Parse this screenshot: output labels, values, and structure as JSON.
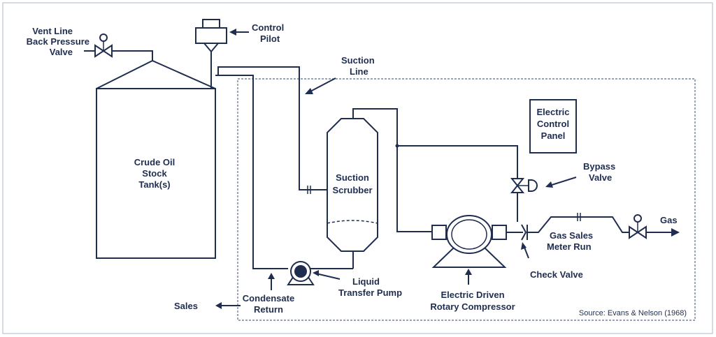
{
  "labels": {
    "vent_line": "Vent Line",
    "back_pressure": "Back Pressure",
    "valve": "Valve",
    "control": "Control",
    "pilot": "Pilot",
    "suction": "Suction",
    "line": "Line",
    "electric": "Electric",
    "control2": "Control",
    "panel": "Panel",
    "crude_oil": "Crude Oil",
    "stock": "Stock",
    "tanks": "Tank(s)",
    "suction2": "Suction",
    "scrubber": "Scrubber",
    "bypass": "Bypass",
    "bypass_valve": "Valve",
    "gas": "Gas",
    "gas_sales": "Gas Sales",
    "meter_run": "Meter Run",
    "check_valve": "Check Valve",
    "liquid": "Liquid",
    "transfer_pump": "Transfer Pump",
    "electric_driven": "Electric Driven",
    "rotary_compressor": "Rotary Compressor",
    "condensate": "Condensate",
    "return": "Return",
    "sales": "Sales",
    "source": "Source: Evans & Nelson (1968)"
  }
}
